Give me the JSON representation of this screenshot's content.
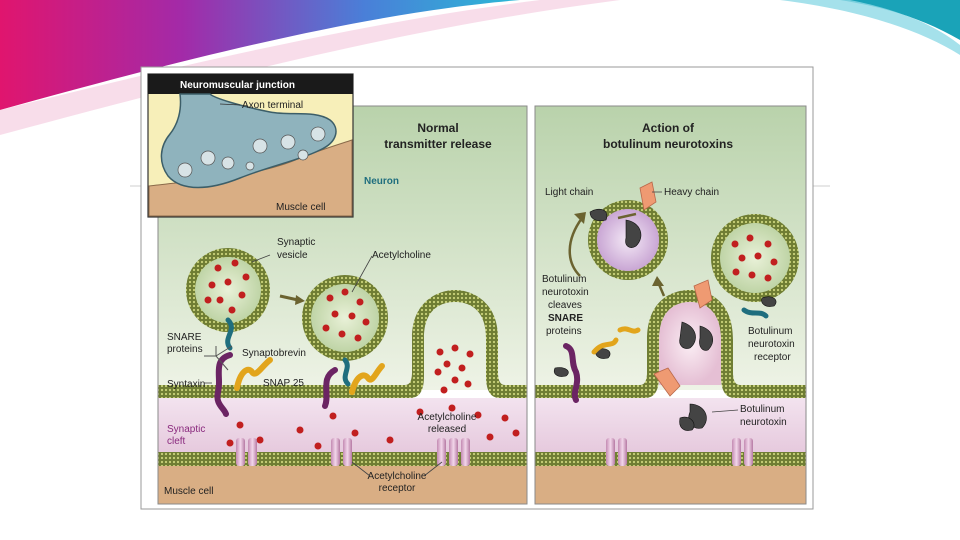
{
  "inset": {
    "title": "Neuromuscular junction",
    "axon_terminal": "Axon terminal",
    "muscle_cell": "Muscle cell"
  },
  "left_panel": {
    "title_line1": "Normal",
    "title_line2": "transmitter release",
    "neuron": "Neuron",
    "synaptic_vesicle_line1": "Synaptic",
    "synaptic_vesicle_line2": "vesicle",
    "acetylcholine": "Acetylcholine",
    "snare_line1": "SNARE",
    "snare_line2": "proteins",
    "synaptobrevin": "Synaptobrevin",
    "syntaxin": "Syntaxin",
    "snap25": "SNAP 25",
    "cleft_line1": "Synaptic",
    "cleft_line2": "cleft",
    "ach_released_line1": "Acetylcholine",
    "ach_released_line2": "released",
    "receptor_line1": "Acetylcholine",
    "receptor_line2": "receptor",
    "muscle_cell": "Muscle cell"
  },
  "right_panel": {
    "title_line1": "Action of",
    "title_line2": "botulinum neurotoxins",
    "light_chain": "Light chain",
    "heavy_chain": "Heavy chain",
    "cleaves_line1": "Botulinum",
    "cleaves_line2": "neurotoxin",
    "cleaves_line3": "cleaves",
    "cleaves_line4": "SNARE",
    "cleaves_line5": "proteins",
    "bot_receptor_line1": "Botulinum",
    "bot_receptor_line2": "neurotoxin",
    "bot_receptor_line3": "receptor",
    "bot_toxin_line1": "Botulinum",
    "bot_toxin_line2": "neurotoxin"
  },
  "colors": {
    "neuron_green": "#cfe0c4",
    "membrane_green": "#5d6b2c",
    "cleft_pink": "#ead0e2",
    "muscle_tan": "#d9ae84",
    "ach_red": "#c11f1f",
    "synaptobrevin": "#1f6e7e",
    "syntaxin": "#6b2463",
    "snap25": "#e2a51c",
    "heavy_chain": "#ef9a72",
    "toxin_gray": "#4a4a4a",
    "accent_magenta": "#e0156e",
    "accent_teal": "#1aa3b8"
  }
}
